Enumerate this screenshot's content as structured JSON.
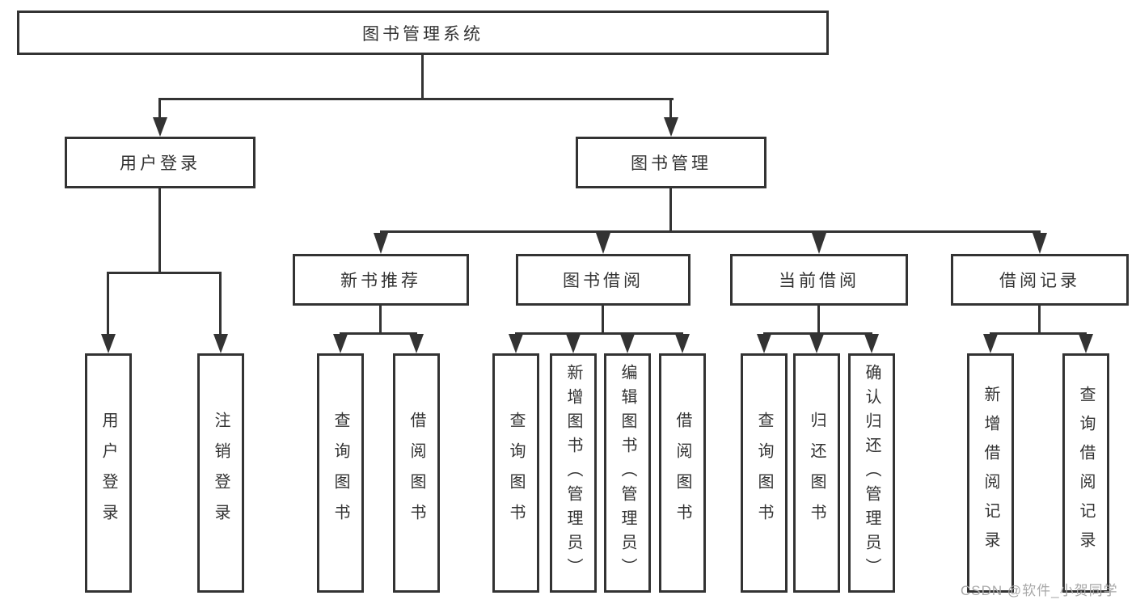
{
  "diagram": {
    "root": {
      "label": "图书管理系统"
    },
    "branches": [
      {
        "label": "用户登录",
        "leaves": [
          {
            "label": "用户登录"
          },
          {
            "label": "注销登录"
          }
        ]
      },
      {
        "label": "图书管理",
        "groups": [
          {
            "label": "新书推荐",
            "leaves": [
              {
                "label": "查询图书"
              },
              {
                "label": "借阅图书"
              }
            ]
          },
          {
            "label": "图书借阅",
            "leaves": [
              {
                "label": "查询图书"
              },
              {
                "label": "新增图书（管理员）"
              },
              {
                "label": "编辑图书（管理员）"
              },
              {
                "label": "借阅图书"
              }
            ]
          },
          {
            "label": "当前借阅",
            "leaves": [
              {
                "label": "查询图书"
              },
              {
                "label": "归还图书"
              },
              {
                "label": "确认归还（管理员）"
              }
            ]
          },
          {
            "label": "借阅记录",
            "leaves": [
              {
                "label": "新增借阅记录"
              },
              {
                "label": "查询借阅记录"
              }
            ]
          }
        ]
      }
    ]
  },
  "watermark": {
    "text": "CSDN @软件_小贺同学"
  },
  "colors": {
    "line": "#333333",
    "box_background": "#ffffff",
    "text": "#333333",
    "watermark": "#a8a8a8"
  }
}
